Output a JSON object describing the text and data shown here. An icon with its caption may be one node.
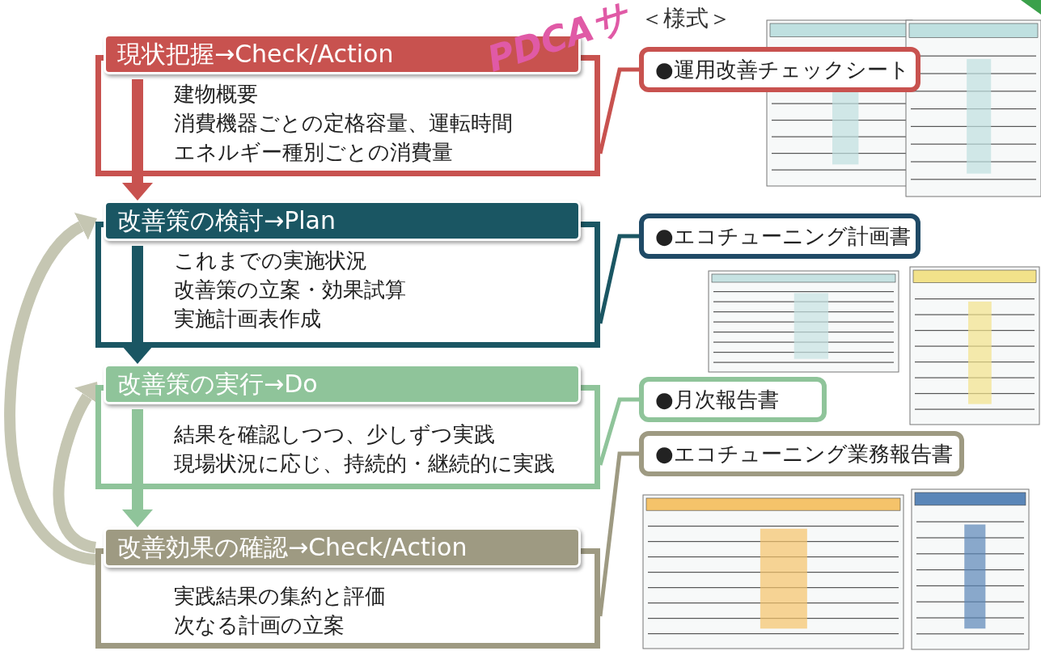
{
  "diagram": {
    "nodes": [
      {
        "text": [
          "現状把握→Check/Action",
          "建物概要",
          "消費機器ごとの定格容量、運転時間",
          "エネルギー種別ごとの消費量"
        ]
      },
      {
        "text": [
          "改善策の検討→Plan",
          "これまでの実施状況",
          "改善策の立案・効果試算",
          "実施計画表作成"
        ]
      },
      {
        "text": [
          "改善策の実行→Do",
          "結果を確認しつつ、少しずつ実践",
          "現場状況に応じ、持続的・継続的に実践"
        ]
      },
      {
        "text": [
          "改善効果の確認→Check/Action",
          "実践結果の集約と評価",
          "次なる計画の立案"
        ]
      },
      {
        "text": [
          "●運用改善チェックシート"
        ]
      },
      {
        "text": [
          "●エコチューニング計画書"
        ]
      },
      {
        "text": [
          "●月次報告書"
        ]
      },
      {
        "text": [
          "●エコチューニング業務報告書"
        ]
      }
    ],
    "edges": [
      {
        "from": 0,
        "to": 1,
        "arrow": "to",
        "color": "#c8524f"
      },
      {
        "from": 1,
        "to": 2,
        "arrow": "to",
        "color": "#1a5663"
      },
      {
        "from": 2,
        "to": 3,
        "arrow": "to",
        "color": "#8fc49a"
      },
      {
        "from": 3,
        "to": 1,
        "arrow": "to",
        "color": "#c5c6b2"
      },
      {
        "from": 3,
        "to": 2,
        "arrow": "to",
        "color": "#c5c6b2"
      },
      {
        "from": 0,
        "to": 4,
        "arrow": "none",
        "color": "#c8524f"
      },
      {
        "from": 1,
        "to": 5,
        "arrow": "none",
        "color": "#1a5663"
      },
      {
        "from": 2,
        "to": 6,
        "arrow": "none",
        "color": "#8fc49a"
      },
      {
        "from": 3,
        "to": 7,
        "arrow": "none",
        "color": "#9e9a82"
      }
    ],
    "labels": [
      "PDCAサ",
      "＜様式＞"
    ]
  }
}
